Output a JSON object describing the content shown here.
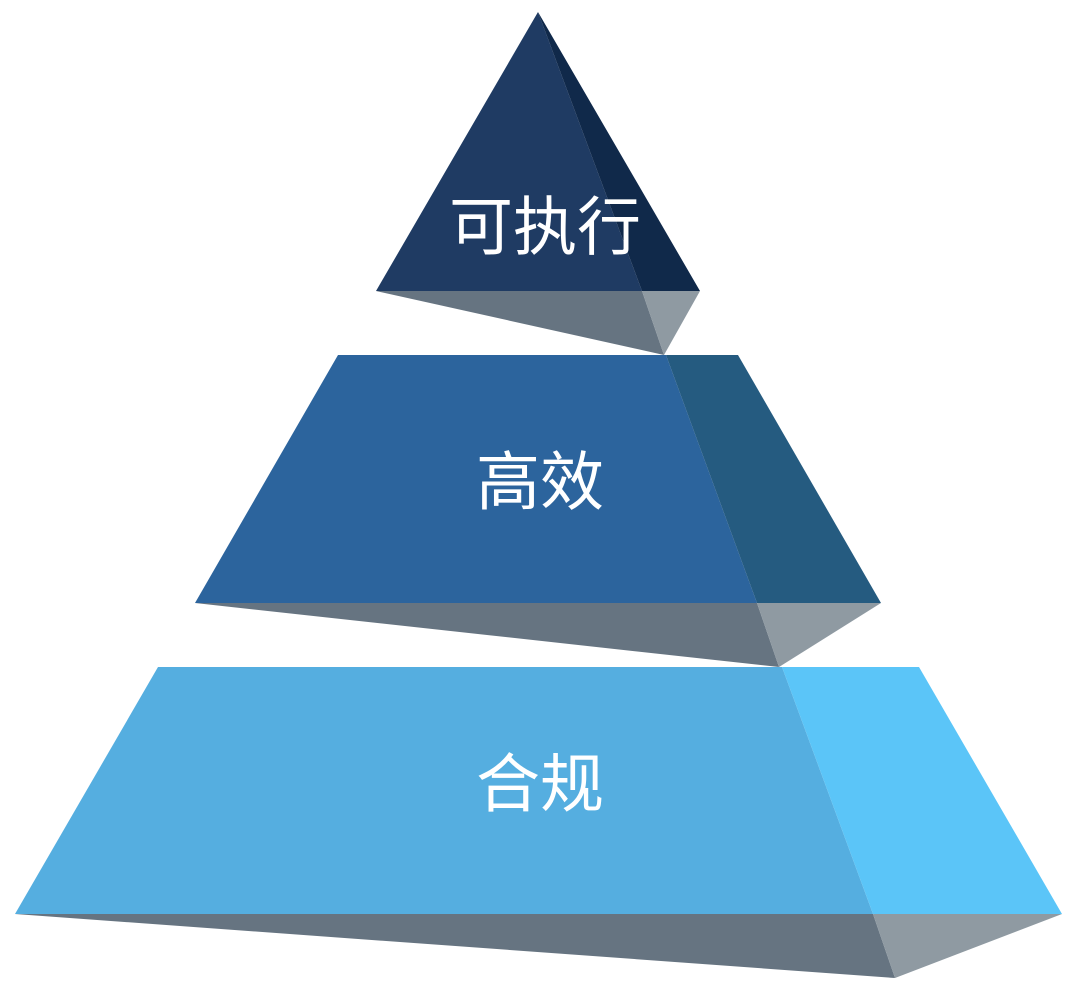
{
  "diagram": {
    "type": "pyramid",
    "tiers": [
      {
        "id": "top",
        "label": "可执行",
        "colors": {
          "front": "#1f3b63",
          "side": "#10294a",
          "bottom": "#667481",
          "bottom_side": "#8f9aa2"
        }
      },
      {
        "id": "middle",
        "label": "高效",
        "colors": {
          "front": "#2c649d",
          "side": "#255b80",
          "bottom": "#667481",
          "bottom_side": "#8f9aa2"
        }
      },
      {
        "id": "bottom",
        "label": "合规",
        "colors": {
          "front": "#55aee0",
          "side": "#5bc5f8",
          "bottom": "#667481",
          "bottom_side": "#8f9aa2"
        }
      }
    ]
  }
}
